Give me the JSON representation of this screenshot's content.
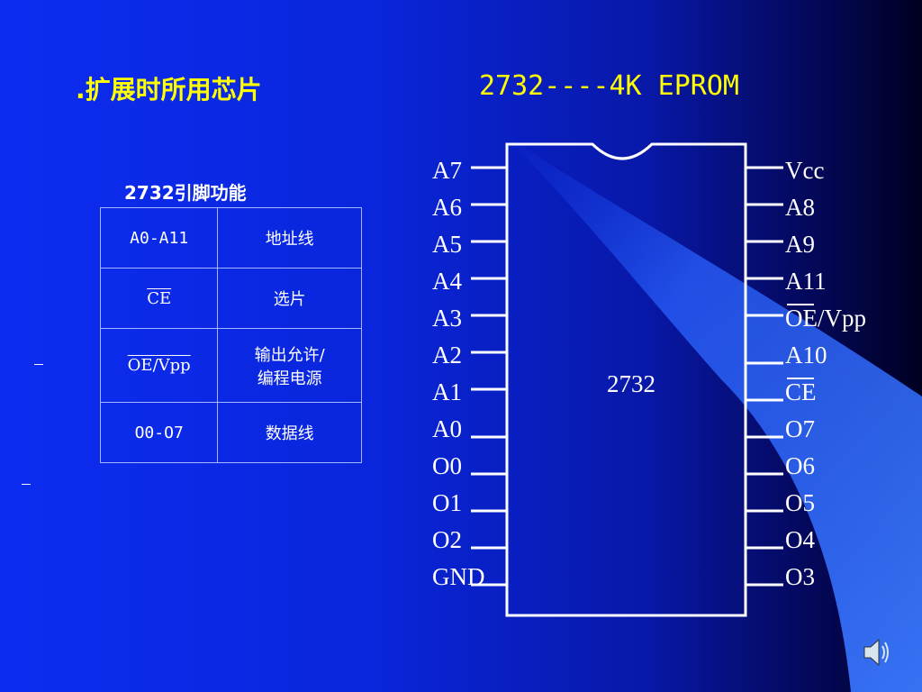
{
  "slide": {
    "title_left": ".扩展时所用芯片",
    "title_right": "2732----4K EPROM"
  },
  "table": {
    "caption": "2732引脚功能",
    "rows": [
      {
        "pin": "A0-A11",
        "function": "地址线"
      },
      {
        "pin": "CE",
        "function": "选片"
      },
      {
        "pin": "OE/Vpp",
        "function": "输出允许/编程电源",
        "function_line1": "输出允许/",
        "function_line2": "编程电源"
      },
      {
        "pin": "O0-O7",
        "function": "数据线"
      }
    ]
  },
  "chip": {
    "label": "2732",
    "left_pins": [
      "A7",
      "A6",
      "A5",
      "A4",
      "A3",
      "A2",
      "A1",
      "A0",
      "O0",
      "O1",
      "O2",
      "GND"
    ],
    "right_pins": [
      "Vcc",
      "A8",
      "A9",
      "A11",
      "OE/Vpp",
      "A10",
      "CE",
      "O7",
      "O6",
      "O5",
      "O4",
      "O3"
    ]
  },
  "icons": {
    "speaker": "speaker-icon"
  },
  "colors": {
    "title": "#ffff00",
    "text": "#ffffff"
  }
}
